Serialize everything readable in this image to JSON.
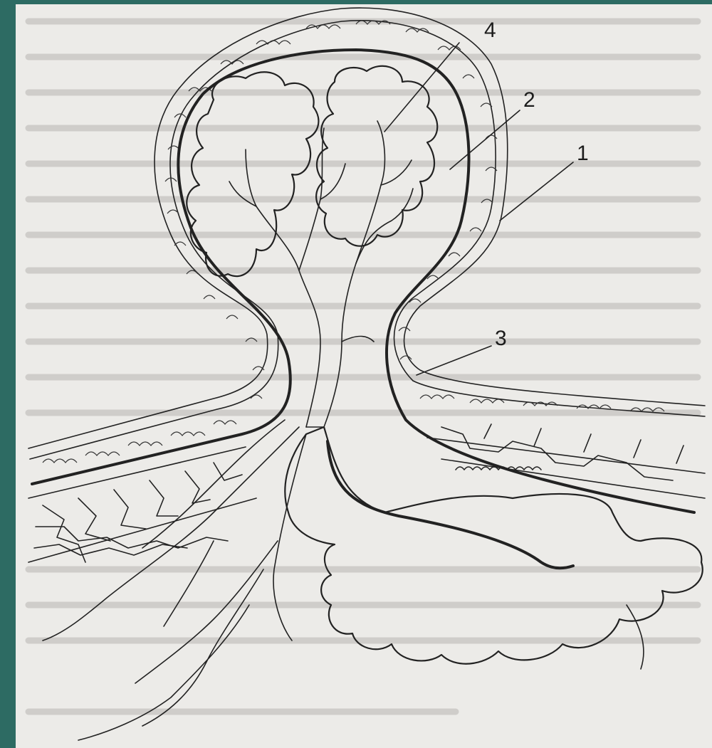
{
  "figure": {
    "labels": [
      "4",
      "2",
      "1",
      "3"
    ],
    "colors": {
      "frame": "#2d6b63",
      "paper": "#ecebe8",
      "ink": "#222222"
    }
  }
}
